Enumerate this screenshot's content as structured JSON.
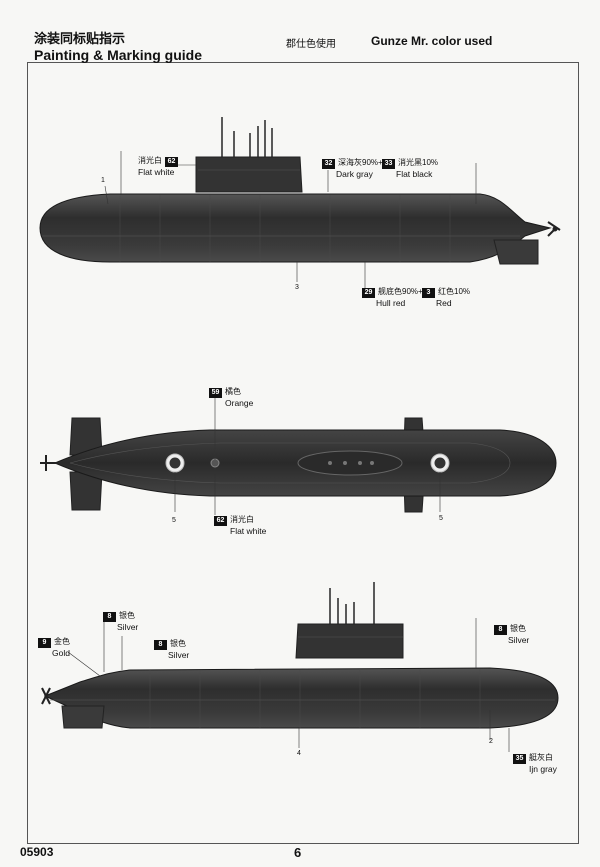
{
  "header": {
    "title_cn": "涂装同标贴指示",
    "title_en": "Painting & Marking guide",
    "paint_brand_cn": "郡仕色使用",
    "paint_brand_en": "Gunze Mr. color used"
  },
  "footer": {
    "product_code": "05903",
    "page_number": "6"
  },
  "colors": {
    "hull_dark": "#2e2e2e",
    "hull_mid": "#3a3a3a",
    "hull_light": "#6a6a6a",
    "waterline": "#4a4a4a"
  },
  "views": {
    "side_top": {
      "callouts": [
        {
          "badge": "62",
          "cn": "消光白",
          "en": "Flat white"
        },
        {
          "badge": "32",
          "cn": "深海灰90%+",
          "en": "Dark gray"
        },
        {
          "badge": "33",
          "cn": "消光黑10%",
          "en": "Flat black"
        },
        {
          "badge": "29",
          "cn": "舰底色90%+",
          "en": "Hull red"
        },
        {
          "badge": "3",
          "cn": "红色10%",
          "en": "Red"
        }
      ],
      "numbers": [
        "1",
        "3"
      ]
    },
    "top": {
      "callouts": [
        {
          "badge": "59",
          "cn": "橘色",
          "en": "Orange"
        },
        {
          "badge": "62",
          "cn": "消光白",
          "en": "Flat white"
        }
      ],
      "numbers": [
        "5",
        "5"
      ]
    },
    "side_bottom": {
      "callouts": [
        {
          "badge": "8",
          "cn": "银色",
          "en": "Silver"
        },
        {
          "badge": "9",
          "cn": "金色",
          "en": "Gold"
        },
        {
          "badge": "8",
          "cn": "银色",
          "en": "Silver"
        },
        {
          "badge": "8",
          "cn": "银色",
          "en": "Silver"
        },
        {
          "badge": "35",
          "cn": "艇灰白",
          "en": "Ijn gray"
        }
      ],
      "numbers": [
        "4",
        "2"
      ]
    }
  }
}
